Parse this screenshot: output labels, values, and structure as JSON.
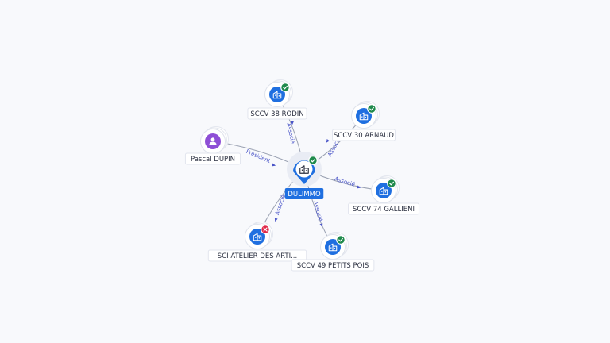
{
  "center": {
    "label": "DULIMMO",
    "icon": "company-icon",
    "status": "active",
    "color": "#1f6fe0"
  },
  "nodes": [
    {
      "id": "rodin",
      "label": "SCCV 38 RODIN",
      "icon": "company-icon",
      "status": "active"
    },
    {
      "id": "arnaud",
      "label": "SCCV 30 ARNAUD",
      "icon": "company-icon",
      "status": "active"
    },
    {
      "id": "pascal",
      "label": "Pascal DUPIN",
      "icon": "person-icon",
      "status": "none"
    },
    {
      "id": "gallieni",
      "label": "SCCV 74 GALLIENI",
      "icon": "company-icon",
      "status": "active"
    },
    {
      "id": "atelier",
      "label": "SCI ATELIER DES ARTI...",
      "icon": "company-icon",
      "status": "closed"
    },
    {
      "id": "petitspois",
      "label": "SCCV 49 PETITS POIS",
      "icon": "company-icon",
      "status": "active"
    }
  ],
  "edges": [
    {
      "target": "rodin",
      "label": "Associé"
    },
    {
      "target": "arnaud",
      "label": "Associé"
    },
    {
      "target": "pascal",
      "label": "Président"
    },
    {
      "target": "gallieni",
      "label": "Associé"
    },
    {
      "target": "atelier",
      "label": "Associé"
    },
    {
      "target": "petitspois",
      "label": "Associé"
    }
  ],
  "colors": {
    "company": "#1f6fe0",
    "person": "#8e4fd6",
    "active_badge": "#1f8a4c",
    "closed_badge": "#e0294a",
    "edge_label": "#4a55c8"
  }
}
